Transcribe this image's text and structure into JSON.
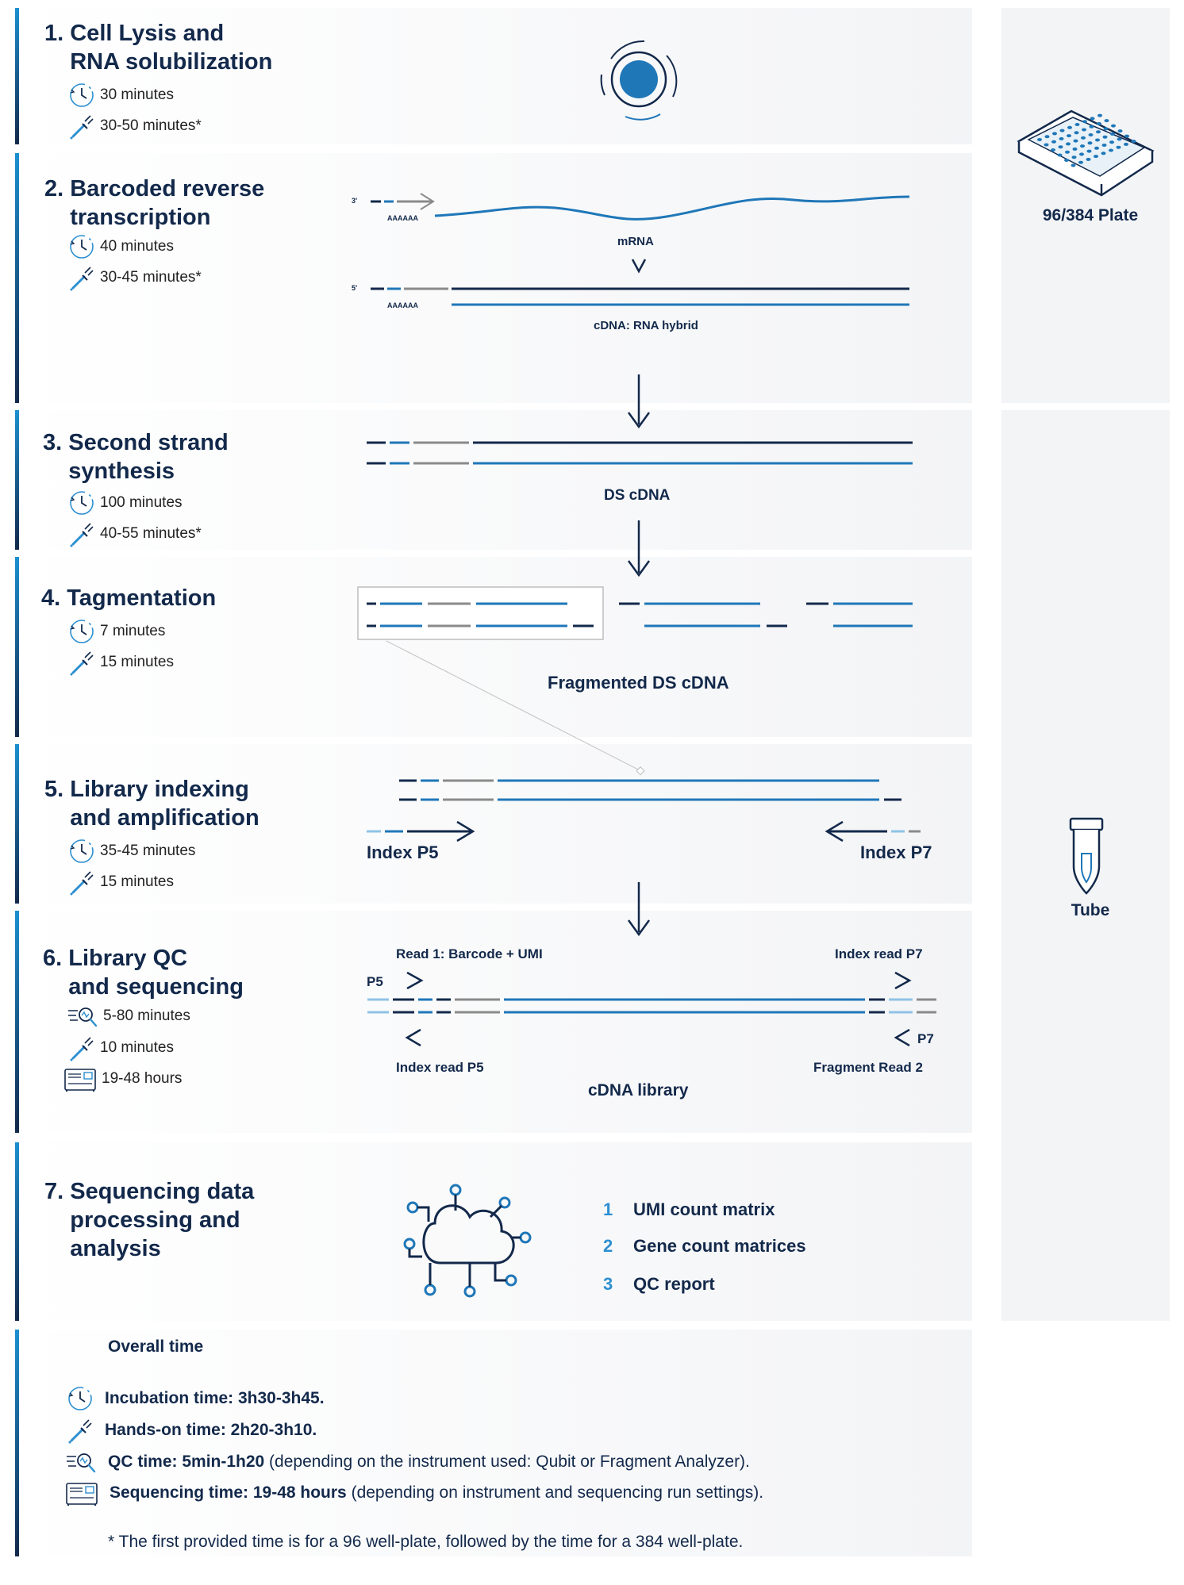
{
  "steps": [
    {
      "title": "1. Cell Lysis and\n    RNA solubilization",
      "incubation": "30 minutes",
      "hands_on": "30-50 minutes*"
    },
    {
      "title": "2. Barcoded reverse\n    transcription",
      "incubation": "40 minutes",
      "hands_on": "30-45 minutes*"
    },
    {
      "title": "3. Second strand\n    synthesis",
      "incubation": "100 minutes",
      "hands_on": "40-55 minutes*"
    },
    {
      "title": "4. Tagmentation",
      "incubation": "7 minutes",
      "hands_on": "15 minutes"
    },
    {
      "title": "5. Library indexing\n    and amplification",
      "incubation": "35-45 minutes",
      "hands_on": "15 minutes"
    },
    {
      "title": "6. Library QC\n    and sequencing",
      "qc": "5-80 minutes",
      "hands_on": "10 minutes",
      "sequencing": "19-48 hours"
    },
    {
      "title": "7. Sequencing data\n    processing and\n    analysis"
    }
  ],
  "diagram": {
    "rt_3prime": "3'",
    "rt_5prime": "5'",
    "polyA_top": "AAAAAA",
    "polyA_bottom": "AAAAAA",
    "mrna": "mRNA",
    "hybrid": "cDNA: RNA hybrid",
    "ds_cdna": "DS cDNA",
    "fragmented": "Fragmented DS cDNA",
    "index_p5": "Index P5",
    "index_p7": "Index P7",
    "read1": "Read 1: Barcode + UMI",
    "index_read_p7": "Index read P7",
    "p5": "P5",
    "p7": "P7",
    "index_read_p5": "Index read P5",
    "fragment_read2": "Fragment Read 2",
    "cdna_library": "cDNA library"
  },
  "outputs": [
    {
      "n": "1",
      "label": "UMI count matrix"
    },
    {
      "n": "2",
      "label": "Gene count matrices"
    },
    {
      "n": "3",
      "label": "QC report"
    }
  ],
  "side": {
    "plate": "96/384 Plate",
    "tube": "Tube"
  },
  "overall": {
    "title": "Overall time",
    "incubation": "Incubation time: 3h30-3h45.",
    "hands_on": "Hands-on time: 2h20-3h10.",
    "qc_bold": "QC time: 5min-1h20",
    "qc_rest": " (depending on the instrument used: Qubit or Fragment Analyzer).",
    "seq_bold": "Sequencing time: 19-48 hours",
    "seq_rest": " (depending on instrument and sequencing run settings).",
    "footnote": "* The first provided time is for a 96 well-plate, followed by the time for a 384 well-plate."
  },
  "colors": {
    "navy": "#13294b",
    "blue": "#1f77b8",
    "light_blue": "#8fc3e6",
    "grey": "#8a8a8a",
    "accent": "#2d8fd0"
  },
  "icons": [
    "clock-icon",
    "pipette-icon",
    "qc-magnifier-icon",
    "sequencer-icon",
    "cell-icon",
    "plate-icon",
    "tube-icon",
    "cloud-network-icon",
    "arrow-down-icon"
  ]
}
